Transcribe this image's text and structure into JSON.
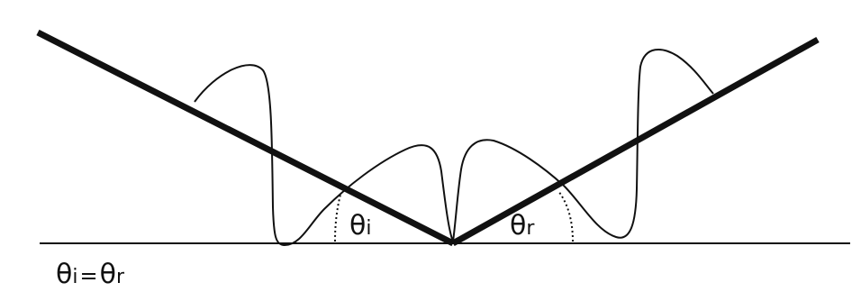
{
  "diagram": {
    "labels": {
      "incidence": {
        "symbol": "θ",
        "subscript": "i"
      },
      "reflection": {
        "symbol": "θ",
        "subscript": "r"
      }
    },
    "equation": {
      "left_symbol": "θ",
      "left_subscript": "i",
      "equals": "=",
      "right_symbol": "θ",
      "right_subscript": "r"
    },
    "colors": {
      "stroke": "#111111",
      "background": "#ffffff"
    }
  }
}
